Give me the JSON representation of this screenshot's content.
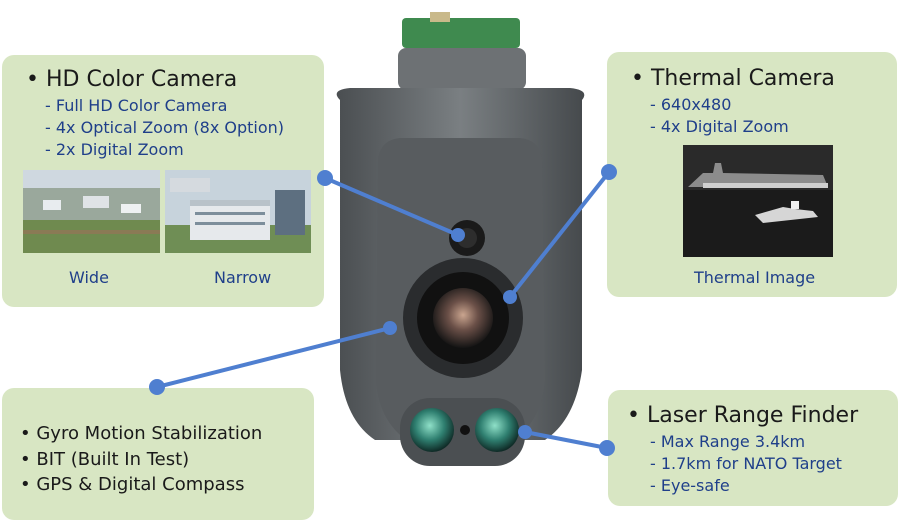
{
  "hd_camera": {
    "heading": "• HD Color Camera",
    "lines": [
      "- Full HD Color Camera",
      "- 4x Optical Zoom (8x Option)",
      "- 2x Digital Zoom"
    ],
    "captions": [
      "Wide",
      "Narrow"
    ]
  },
  "thermal_camera": {
    "heading": "• Thermal Camera",
    "lines": [
      "- 640x480",
      "- 4x Digital Zoom"
    ],
    "caption": "Thermal Image"
  },
  "features": {
    "lines": [
      "• Gyro Motion Stabilization",
      "• BIT (Built In Test)",
      "• GPS & Digital Compass"
    ]
  },
  "laser_range_finder": {
    "heading": "• Laser Range Finder",
    "lines": [
      "- Max Range 3.4km",
      "- 1.7km for NATO Target",
      "- Eye-safe"
    ]
  },
  "colors": {
    "panel_bg": "#d8e6c3",
    "callout_blue": "#4f7fd0",
    "subtext_blue": "#1f3f8a"
  }
}
